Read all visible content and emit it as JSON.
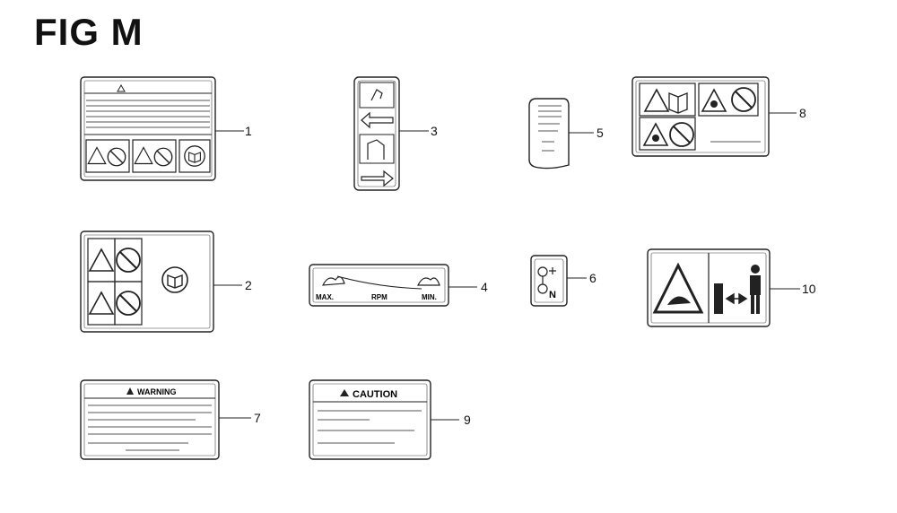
{
  "figure": {
    "title": "FIG M"
  },
  "callouts": {
    "c1": "1",
    "c2": "2",
    "c3": "3",
    "c4": "4",
    "c5": "5",
    "c6": "6",
    "c7": "7",
    "c8": "8",
    "c9": "9",
    "c10": "10"
  },
  "labels": {
    "decal4": {
      "max": "MAX.",
      "rpm": "RPM",
      "min": "MIN."
    },
    "decal7": {
      "heading": "WARNING"
    },
    "decal9": {
      "heading": "CAUTION"
    },
    "decal6": {
      "glyph": "N"
    }
  },
  "icons": {
    "warning": "warning-triangle-icon",
    "prohibited": "prohibited-circle-icon",
    "manual": "owners-manual-icon",
    "arrow": "direction-arrow-icon",
    "person": "person-icon"
  }
}
